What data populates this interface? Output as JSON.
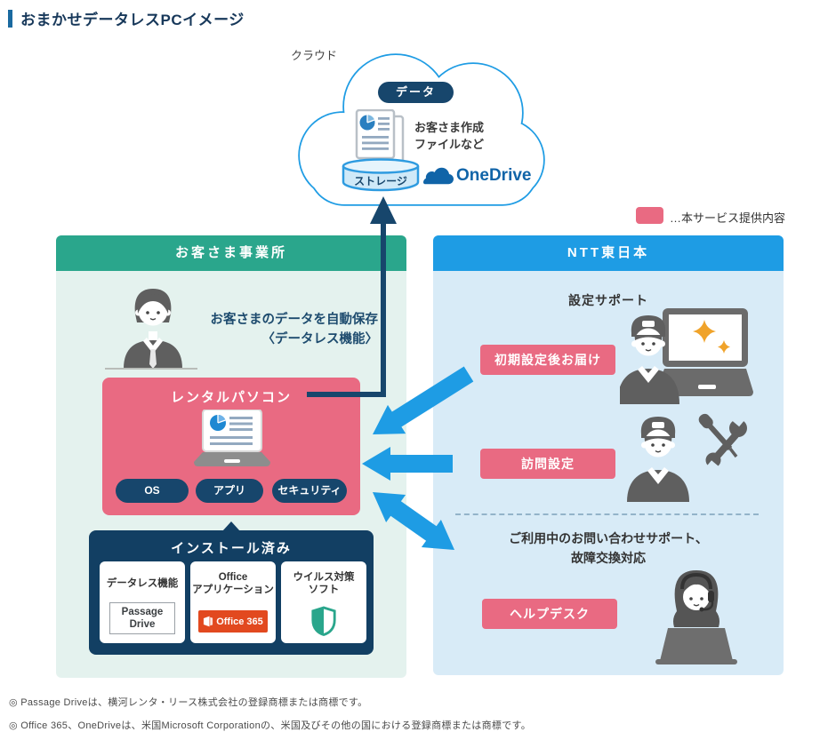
{
  "page": {
    "title": "おまかせデータレスPCイメージ",
    "footnotes": [
      "◎ Passage Driveは、横河レンタ・リース株式会社の登録商標または商標です。",
      "◎ Office 365、OneDriveは、米国Microsoft Corporationの、米国及びその他の国における登録商標または商標です。"
    ]
  },
  "cloud": {
    "label": "クラウド",
    "data_pill": "データ",
    "files_line1": "お客さま作成",
    "files_line2": "ファイルなど",
    "storage": "ストレージ",
    "onedrive": "OneDrive"
  },
  "legend": {
    "text": "…本サービス提供内容"
  },
  "customer": {
    "header": "お客さま事業所",
    "autosave_line1": "お客さまのデータを自動保存",
    "autosave_line2": "〈データレス機能〉",
    "rental": {
      "title": "レンタルパソコン",
      "pills": [
        "OS",
        "アプリ",
        "セキュリティ"
      ]
    },
    "installed": {
      "title": "インストール済み",
      "cards": [
        {
          "line1": "データレス機能",
          "line2": "",
          "badge1": "Passage",
          "badge2": "Drive"
        },
        {
          "line1": "Office",
          "line2": "アプリケーション",
          "logo": "Office 365"
        },
        {
          "line1": "ウイルス対策",
          "line2": "ソフト"
        }
      ]
    }
  },
  "ntt": {
    "header": "NTT東日本",
    "setup_title": "設定サポート",
    "btn_delivery": "初期設定後お届け",
    "btn_visit": "訪問設定",
    "support_line1": "ご利用中のお問い合わせサポート、",
    "support_line2": "故障交換対応",
    "btn_helpdesk": "ヘルプデスク"
  },
  "colors": {
    "pink": "#e96a82",
    "teal": "#2aa68c",
    "blue": "#1e9ce4",
    "navy": "#17466c",
    "dark_navy": "#123f63",
    "office_orange": "#e2491f",
    "onedrive_blue": "#1064a8",
    "customer_bg": "#e4f2ee",
    "ntt_bg": "#d8ebf7"
  }
}
